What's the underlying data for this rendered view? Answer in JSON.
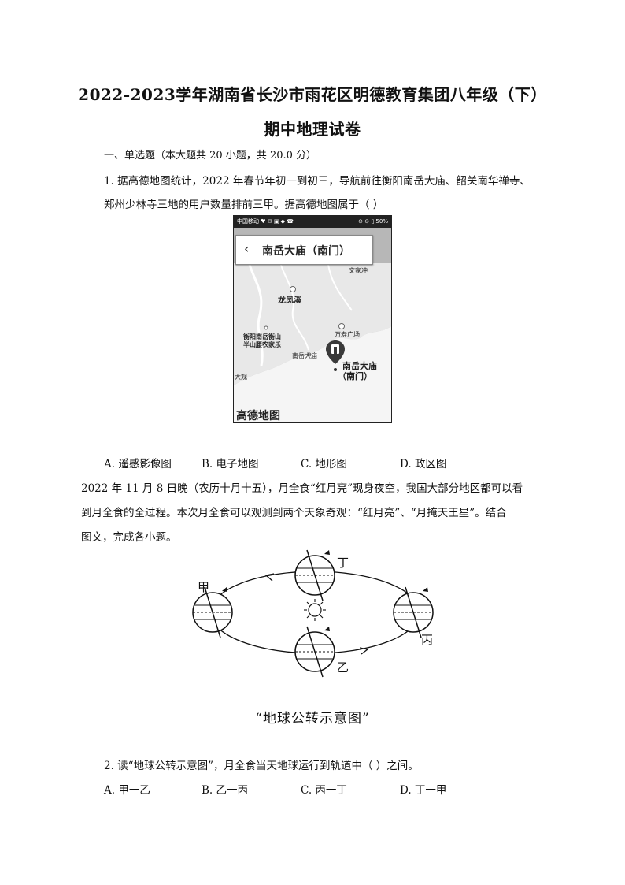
{
  "title_line1": "2022-2023学年湖南省长沙市雨花区明德教育集团八年级（下）",
  "title_line2": "期中地理试卷",
  "section": "一、单选题（本大题共 20 小题，共 20.0 分）",
  "q1": {
    "line1": "1.   据高德地图统计，2022 年春节年初一到初三，导航前往衡阳南岳大庙、韶关南华禅寺、",
    "line2": "郑州少林寺三地的用户数量排前三甲。据高德地图属于（        ）",
    "options": [
      "A.  遥感影像图",
      "B.  电子地图",
      "C.  地形图",
      "D.  政区图"
    ]
  },
  "phone": {
    "status_left": "中国移动 ♥ ✉ ▣ ◆ ☎",
    "status_right": "⊙ ⊙ ▯ 50%",
    "search_text": "南岳大庙（南门）",
    "back_icon": "chevron-left",
    "labels": {
      "wenjiachong": "文家冲",
      "longfengxi": "龙凤溪",
      "wanshou": "万寿广场",
      "nongjiale_1": "衡阳南岳衡山",
      "nongjiale_2": "半山腰农家乐",
      "nanyuedamiao_small": "南岳大庙",
      "nanyuedamiao_1": "南岳大庙",
      "nanyuedamiao_2": "（南门）",
      "edge": "大观",
      "brand": "高德地图"
    }
  },
  "passage": {
    "line1": "2022 年 11 月 8 日晚（农历十月十五），月全食“红月亮”现身夜空，我国大部分地区都可以看",
    "line2": "到月全食的全过程。本次月全食可以观测到两个天象奇观：“红月亮”、“月掩天王星”。结合",
    "line3": "图文，完成各小题。"
  },
  "diagram": {
    "labels": {
      "jia": "甲",
      "yi": "乙",
      "bing": "丙",
      "ding": "丁"
    },
    "caption": "“地球公转示意图”"
  },
  "q2": {
    "line1": "2.   读“地球公转示意图”，月全食当天地球运行到轨道中（        ）之间。",
    "options": [
      "A.  甲一乙",
      "B.  乙一丙",
      "C.  丙一丁",
      "D.  丁一甲"
    ]
  }
}
